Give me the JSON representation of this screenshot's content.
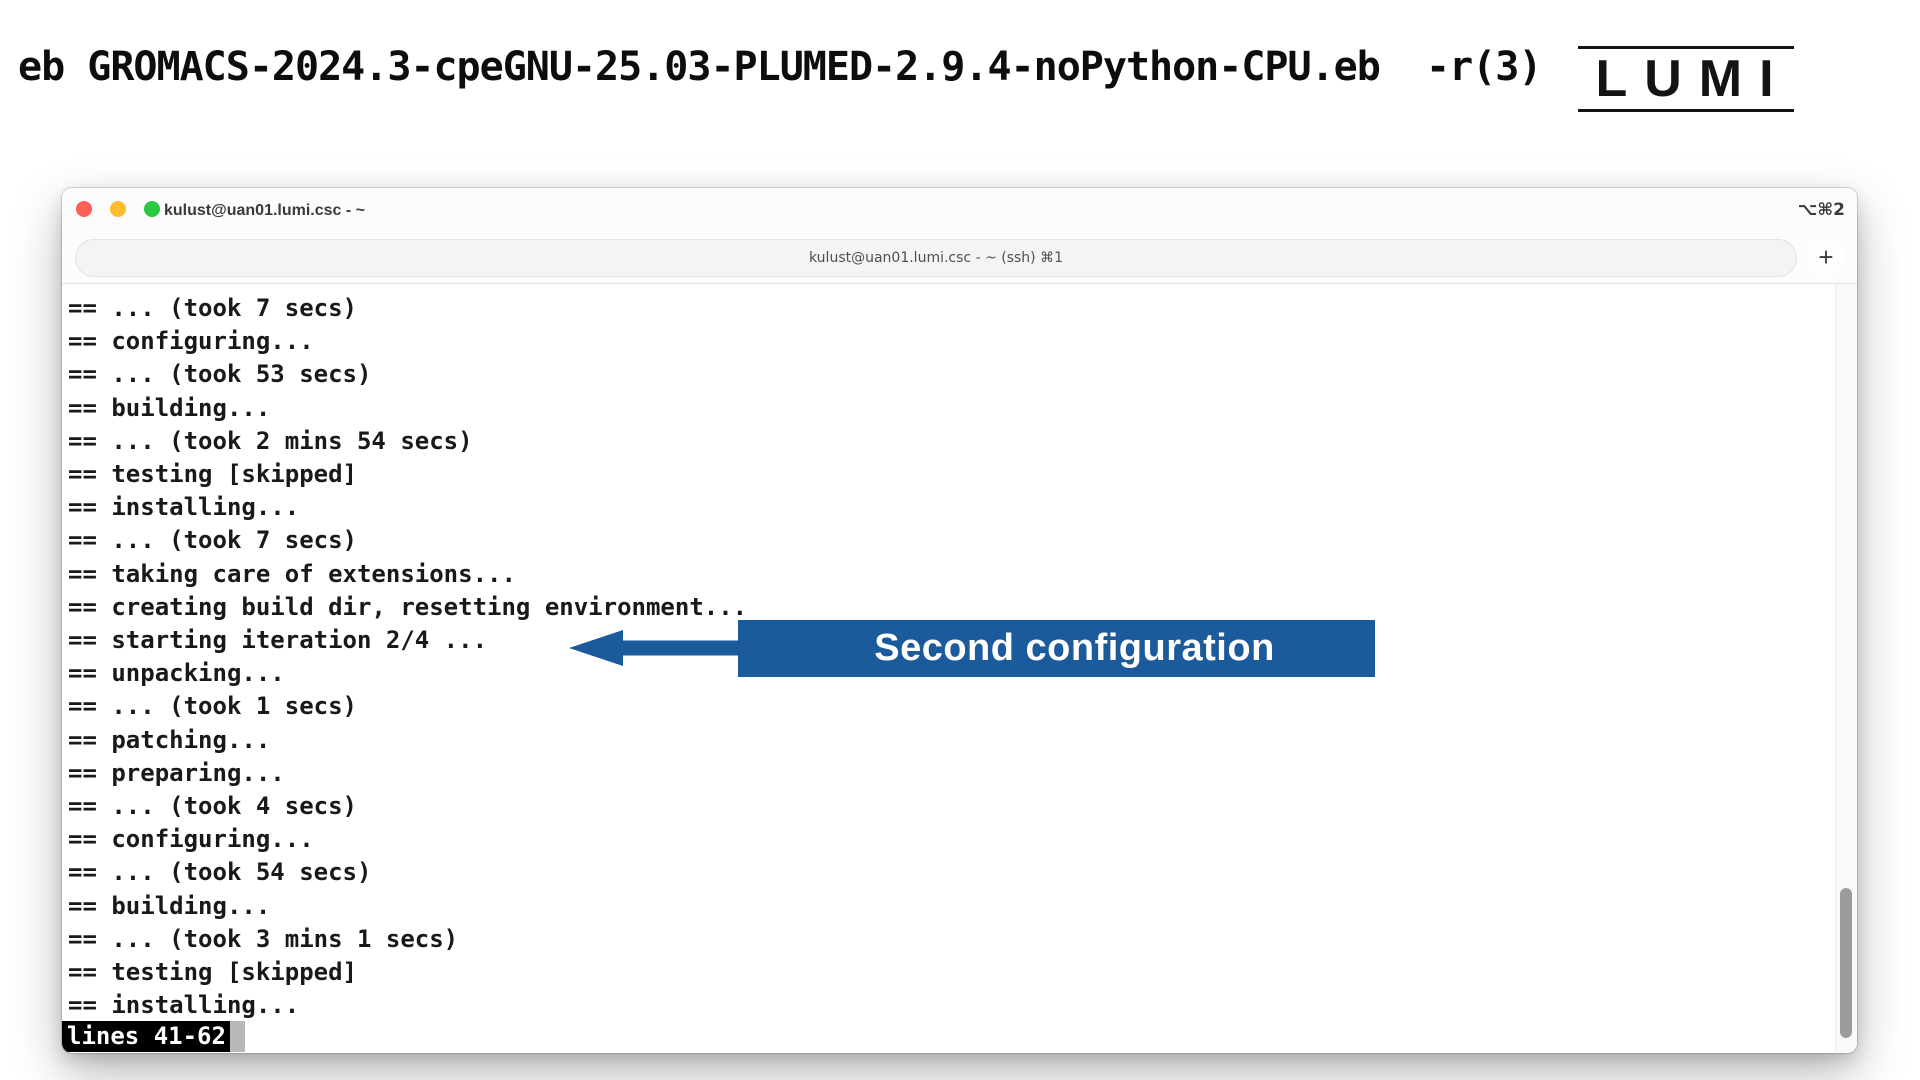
{
  "colors": {
    "accent": "#1b5a9b",
    "traffic-red": "#ff5f57",
    "traffic-yellow": "#febc2e",
    "traffic-green": "#28c840"
  },
  "slide": {
    "title": "eb GROMACS-2024.3-cpeGNU-25.03-PLUMED-2.9.4-noPython-CPU.eb  -r(3)",
    "logo_text": "LUMI"
  },
  "window": {
    "title": "kulust@uan01.lumi.csc - ~",
    "shortcut": "⌥⌘2",
    "tab_label": "kulust@uan01.lumi.csc - ~ (ssh) ⌘1",
    "new_tab_label": "+"
  },
  "terminal": {
    "lines": [
      "== ... (took 7 secs)",
      "== configuring...",
      "== ... (took 53 secs)",
      "== building...",
      "== ... (took 2 mins 54 secs)",
      "== testing [skipped]",
      "== installing...",
      "== ... (took 7 secs)",
      "== taking care of extensions...",
      "== creating build dir, resetting environment...",
      "== starting iteration 2/4 ...",
      "== unpacking...",
      "== ... (took 1 secs)",
      "== patching...",
      "== preparing...",
      "== ... (took 4 secs)",
      "== configuring...",
      "== ... (took 54 secs)",
      "== building...",
      "== ... (took 3 mins 1 secs)",
      "== testing [skipped]",
      "== installing..."
    ],
    "status": "lines 41-62"
  },
  "annotation": {
    "label": "Second configuration"
  }
}
